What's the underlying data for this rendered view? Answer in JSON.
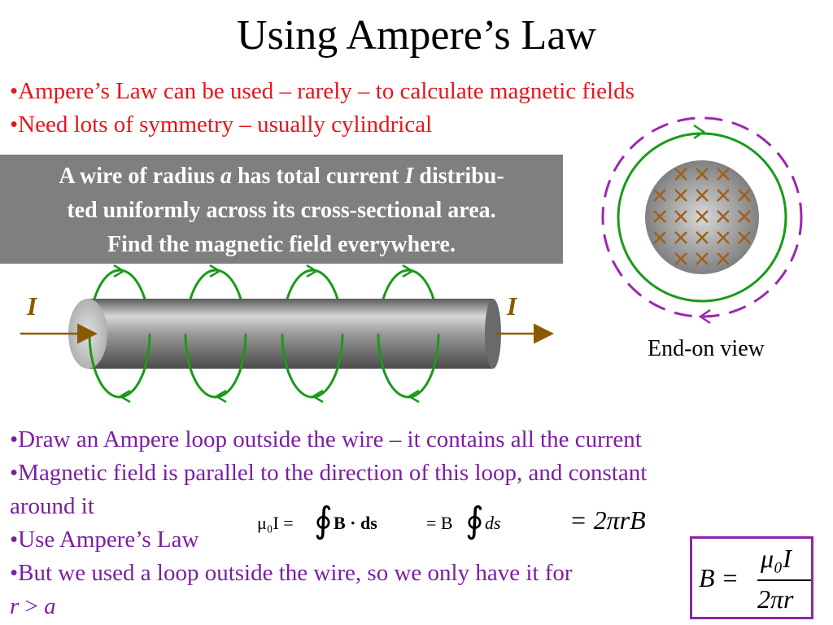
{
  "slide": {
    "title": "Using Ampere’s Law",
    "bullets_top": [
      "•Ampere’s Law can be used – rarely – to calculate magnetic fields",
      "•Need lots of symmetry – usually cylindrical"
    ],
    "problem": {
      "line1_a": "A wire of radius ",
      "line1_var_a": "a",
      "line1_b": " has total current ",
      "line1_var_I": "I",
      "line1_c": " distribu-",
      "line2": "ted uniformly across its cross-sectional area.",
      "line3": "Find the magnetic field everywhere."
    },
    "wire_label_left": "I",
    "wire_label_right": "I",
    "end_on_caption": "End-on view",
    "bullets_bottom": [
      "•Draw an Ampere loop outside the wire – it contains all the current",
      "•Magnetic field is parallel to the direction of this loop, and constant",
      "around it",
      "•Use Ampere’s Law",
      "•But we used a loop outside the wire, so we only have it for"
    ],
    "condition": {
      "r": "r",
      "op": " > ",
      "a": "a"
    },
    "equation": {
      "lhs": "μ₀I =",
      "integrand1": "B · ds",
      "eq2": "= B",
      "integrand2": "ds",
      "eq3": "= 2πrB"
    },
    "result": {
      "lhs": "B =",
      "numerator": "μ₀I",
      "denominator": "2πr"
    }
  },
  "colors": {
    "bullet_red": "#e8141b",
    "bullet_purple": "#7b1fa2",
    "loop_green": "#1a9a1a",
    "loop_dashed": "#9c27b0",
    "cross_brown": "#a0601a",
    "box_gray": "#7f7f7f"
  }
}
